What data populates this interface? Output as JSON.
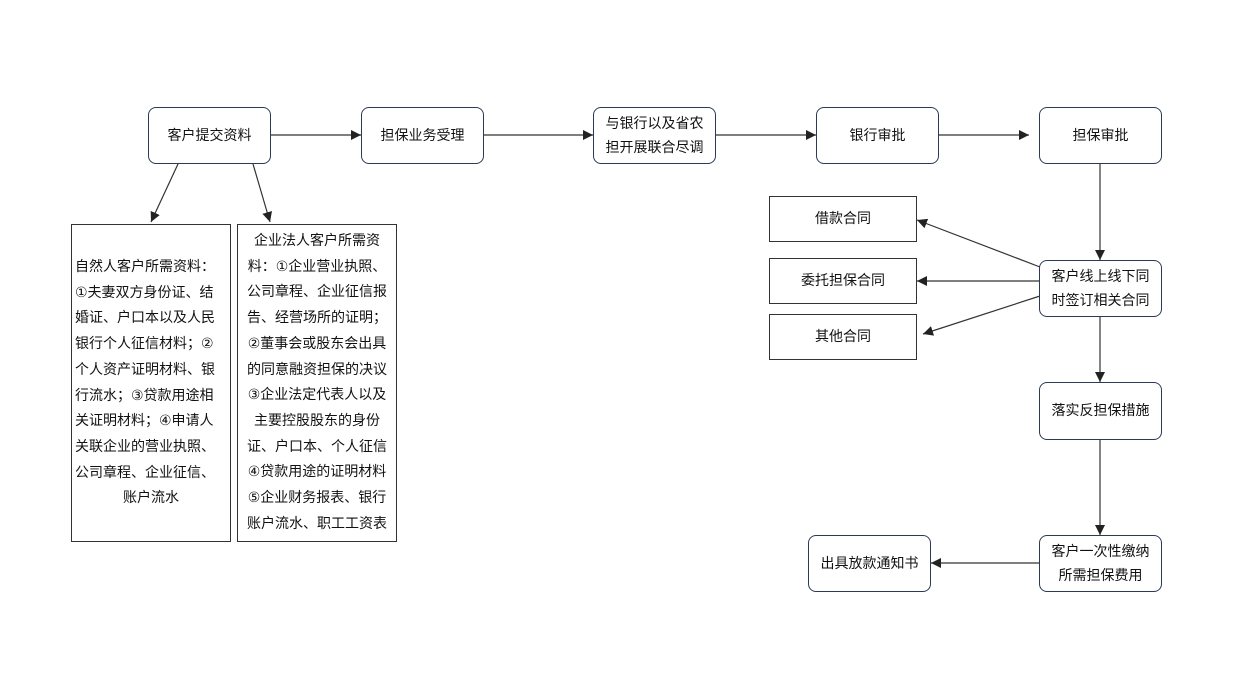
{
  "nodes": {
    "submit": "客户提交资料",
    "accept": "担保业务受理",
    "joint_line1": "与银行以及省农",
    "joint_line2": "担开展联合尽调",
    "bank_review": "银行审批",
    "guarantee_review": "担保审批",
    "loan_contract": "借款合同",
    "entrust_contract": "委托担保合同",
    "other_contract": "其他合同",
    "sign_line1": "客户线上线下同",
    "sign_line2": "时签订相关合同",
    "counter_guarantee": "落实反担保措施",
    "fee_line1": "客户一次性缴纳",
    "fee_line2": "所需担保费用",
    "loan_notice": "出具放款通知书"
  },
  "natural_person_note": [
    "自然人客户所需资料：",
    "①夫妻双方身份证、结",
    "婚证、户口本以及人民",
    "银行个人征信材料；②",
    "个人资产证明材料、银",
    "行流水；③贷款用途相",
    "关证明材料；④申请人",
    "关联企业的营业执照、",
    "公司章程、企业征信、",
    "账户流水"
  ],
  "corporate_note": [
    "企业法人客户所需资",
    "料：①企业营业执照、",
    "公司章程、企业征信报",
    "告、经营场所的证明；",
    "②董事会或股东会出具",
    "的同意融资担保的决议",
    "③企业法定代表人以及",
    "主要控股股东的身份",
    "证、户口本、个人征信",
    "④贷款用途的证明材料",
    "⑤企业财务报表、银行",
    "账户流水、职工工资表"
  ],
  "colors": {
    "node_border": "#2b3a55",
    "edge": "#333333",
    "background": "#ffffff"
  }
}
